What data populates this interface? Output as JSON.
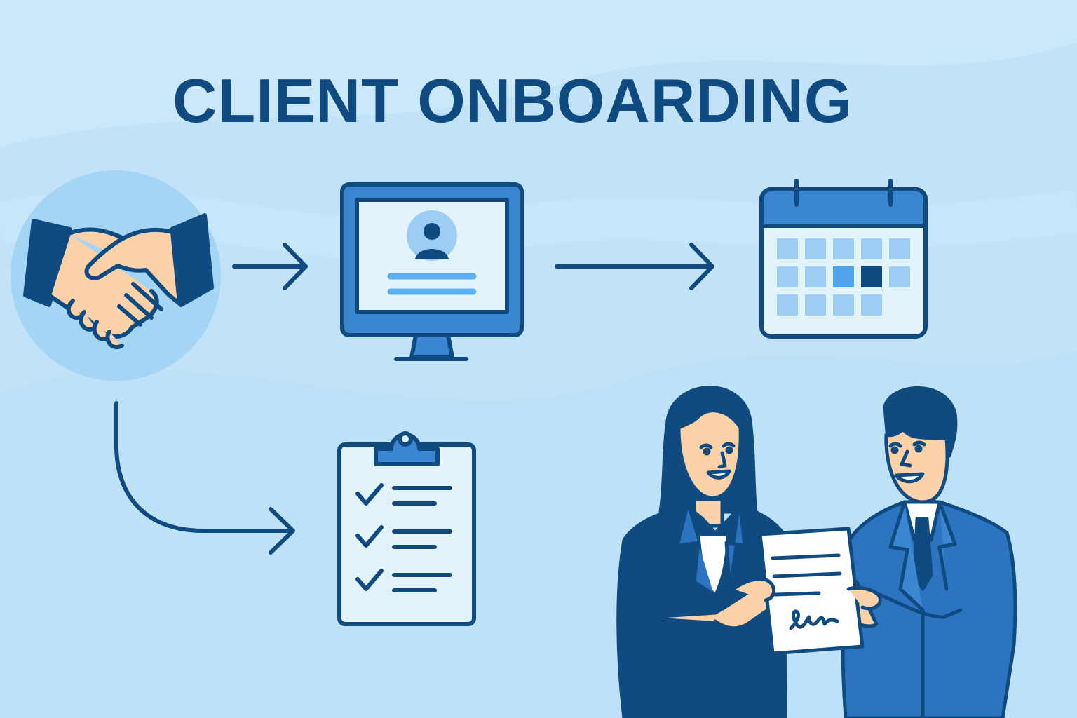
{
  "title": "CLIENT ONBOARDING",
  "colors": {
    "background": "#c2e3f7",
    "navy": "#0f4a80",
    "mid_blue": "#3a86d0",
    "light_blue": "#9dcdf2",
    "pale_blue": "#e3f3fc",
    "skin": "#fbd2a8"
  },
  "steps": [
    {
      "name": "handshake",
      "icon": "handshake-icon"
    },
    {
      "name": "profile",
      "icon": "computer-profile-icon"
    },
    {
      "name": "scheduling",
      "icon": "calendar-icon"
    },
    {
      "name": "checklist",
      "icon": "clipboard-checklist-icon"
    }
  ],
  "connectors": [
    "arrow-right",
    "arrow-right",
    "curved-arrow-down-right"
  ],
  "illustration": {
    "icon": "two-people-with-signed-document",
    "document_signature": "signature-icon"
  }
}
